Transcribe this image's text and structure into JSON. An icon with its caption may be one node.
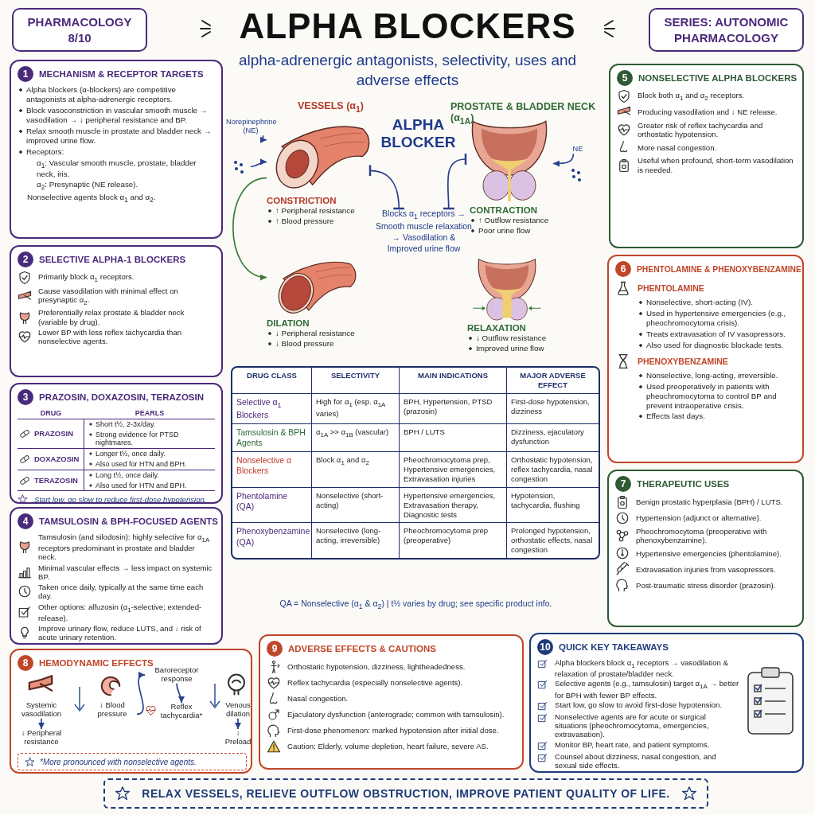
{
  "diagram": {
    "title": "ALPHA BLOCKERS",
    "nodes": [
      {
        "text": [
          "PHARMACOLOGY 8/10"
        ]
      },
      {
        "text": [
          "SERIES: AUTONOMIC PHARMACOLOGY"
        ]
      },
      {
        "text": [
          "1",
          "MECHANISM & RECEPTOR TARGETS",
          "Alpha blockers (α-blockers) are competitive antagonists at alpha-adrenergic receptors.",
          "Block vasoconstriction in vascular smooth muscle → vasodilation → ↓ peripheral resistance and BP.",
          "Relax smooth muscle in prostate and bladder neck → improved urine flow.",
          "Receptors:",
          "α$_{1}$: Vascular smooth muscle, prostate, bladder neck, iris.",
          "α$_{2}$: Presynaptic (NE release).",
          "Nonselective agents block α$_{1}$ and α$_{2}$."
        ]
      },
      {
        "text": [
          "2",
          "SELECTIVE ALPHA-1 BLOCKERS",
          "Primarily block α$_{1}$ receptors.",
          "Cause vasodilation with minimal effect on presynaptic α$_{2}$.",
          "Preferentially relax prostate & bladder neck (variable by drug).",
          "Lower BP with less reflex tachycardia than nonselective agents."
        ]
      },
      {
        "text": [
          "3",
          "PRAZOSIN, DOXAZOSIN, TERAZOSIN",
          "DRUG",
          "PEARLS",
          "PRAZOSIN",
          "Short t½, 2-3x/day.",
          "Strong evidence for PTSD nightmares.",
          "DOXAZOSIN",
          "Longer t½, once daily.",
          "Also used for HTN and BPH.",
          "TERAZOSIN",
          "Long t½, once daily.",
          "Also used for HTN and BPH.",
          "Start low, go slow to reduce first-dose hypotension."
        ]
      },
      {
        "text": [
          "4",
          "TAMSULOSIN & BPH-FOCUSED AGENTS",
          "Tamsulosin (and silodosin): highly selective for α$_{1A}$ receptors predominant in prostate and bladder neck.",
          "Minimal vascular effects → less impact on systemic BP.",
          "Taken once daily, typically at the same time each day.",
          "Other options: alfuzosin (α$_{1}$-selective; extended-release).",
          "Improve urinary flow, reduce LUTS, and ↓ risk of acute urinary retention."
        ]
      },
      {
        "text": [
          "8",
          "HEMODYNAMIC EFFECTS"
        ]
      },
      {
        "text": [
          "Systemic vasodilation"
        ],
        "in": 6
      },
      {
        "text": [
          "↓ Peripheral resistance"
        ],
        "in": 6
      },
      {
        "text": [
          "↓ Blood pressure"
        ],
        "in": 6
      },
      {
        "text": [
          "Baroreceptor response"
        ],
        "in": 6
      },
      {
        "text": [
          "Reflex tachycardia*"
        ],
        "in": 6
      },
      {
        "text": [
          "Venous dilation"
        ],
        "in": 6
      },
      {
        "text": [
          "↓ Preload"
        ],
        "in": 6
      },
      {
        "text": [
          "*More pronounced with nonselective agents."
        ],
        "in": 6
      },
      {
        "text": [
          "Norepinephrine (NE)"
        ]
      },
      {
        "text": [],
        "shape": "picture",
        "beside": [
          "VESSELS (α$_{1}$)",
          "CONSTRICTION",
          "↑ Peripheral resistance",
          "↑ Blood pressure"
        ]
      },
      {
        "text": [
          "ALPHA BLOCKER"
        ]
      },
      {
        "text": [
          "Blocks α$_{1}$ receptors → Smooth muscle relaxation → Vasodilation & Improved urine flow"
        ]
      },
      {
        "text": [],
        "shape": "picture",
        "beside": [
          "PROSTATE & BLADDER NECK (α$_{1A}$)",
          "CONTRACTION",
          "↑ Outflow resistance",
          "Poor urine flow"
        ]
      },
      {
        "text": [
          "NE"
        ]
      },
      {
        "text": [],
        "shape": "picture",
        "beside": [
          "DILATION",
          "↓ Peripheral resistance",
          "↓ Blood pressure"
        ]
      },
      {
        "text": [],
        "shape": "picture",
        "beside": [
          "RELAXATION",
          "↓ Outflow resistance",
          "Improved urine flow"
        ]
      },
      {
        "text": [
          "5",
          "NONSELECTIVE ALPHA BLOCKERS",
          "Block both α$_{1}$ and α$_{2}$ receptors.",
          "Producing vasodilation and ↓ NE release.",
          "Greater risk of reflex tachycardia and orthostatic hypotension.",
          "More nasal congestion.",
          "Useful when profound, short-term vasodilation is needed."
        ]
      },
      {
        "text": [
          "6",
          "PHENTOLAMINE & PHENOXYBENZAMINE",
          "PHENTOLAMINE",
          "Nonselective, short-acting (IV).",
          "Used in hypertensive emergencies (e.g., pheochromocytoma crisis).",
          "Treats extravasation of IV vasopressors.",
          "Also used for diagnostic blockade tests.",
          "PHENOXYBENZAMINE",
          "Nonselective, long-acting, irreversible.",
          "Used preoperatively in patients with pheochromocytoma to control BP and prevent intraoperative crisis.",
          "Effects last days."
        ]
      },
      {
        "text": [
          "7",
          "THERAPEUTIC USES",
          "Benign prostatic hyperplasia (BPH) / LUTS.",
          "Hypertension (adjunct or alternative).",
          "Pheochromocytoma (preoperative with phenoxybenzamine).",
          "Hypertensive emergencies (phentolamine).",
          "Extravasation injuries from vasopressors.",
          "Post-traumatic stress disorder (prazosin)."
        ]
      },
      {
        "text": [
          "9",
          "ADVERSE EFFECTS & CAUTIONS",
          "Orthostatic hypotension, dizziness, lightheadedness.",
          "Reflex tachycardia (especially nonselective agents).",
          "Nasal congestion.",
          "Ejaculatory dysfunction (anterograde; common with tamsulosin).",
          "First-dose phenomenon: marked hypotension after initial dose.",
          "Caution: Elderly, volume depletion, heart failure, severe AS."
        ]
      },
      {
        "text": [
          "10",
          "QUICK KEY TAKEAWAYS",
          "Alpha blockers block α$_{1}$ receptors → vasodilation & relaxation of prostate/bladder neck.",
          "Selective agents (e.g., tamsulosin) target α$_{1A}$ → better for BPH with fewer BP effects.",
          "Start low, go slow to avoid first-dose hypotension.",
          "Nonselective agents are for acute or surgical situations (pheochromocytoma, emergencies, extravasation).",
          "Monitor BP, heart rate, and patient symptoms.",
          "Counsel about dizziness, nasal congestion, and sexual side effects."
        ]
      },
      {
        "text": [
          "RELAX VESSELS, RELIEVE OUTFLOW OBSTRUCTION, IMPROVE PATIENT QUALITY OF LIFE."
        ]
      }
    ],
    "edges": [
      {
        "from": 7,
        "to": 8,
        "arrow": "to"
      },
      {
        "from": 9,
        "to": 10,
        "arrow": "to"
      },
      {
        "from": 10,
        "to": 11,
        "arrow": "to"
      },
      {
        "from": 12,
        "to": 13,
        "arrow": "to"
      },
      {
        "from": 15,
        "to": 16,
        "arrow": "to"
      },
      {
        "from": null,
        "to": 16,
        "arrow": "to"
      },
      {
        "from": 16,
        "to": 21,
        "arrow": "to",
        "color": "#3d7a3a"
      },
      {
        "from": 18,
        "to": 16,
        "arrow": "other"
      },
      {
        "from": 18,
        "to": 19,
        "arrow": "other"
      },
      {
        "from": 20,
        "to": 19,
        "arrow": "to"
      }
    ],
    "labels": [
      "alpha-adrenergic antagonists, selectivity, uses and adverse effects",
      "DRUG CLASS",
      "SELECTIVITY",
      "MAIN INDICATIONS",
      "MAJOR ADVERSE EFFECT",
      "Selective α$_{1}$ Blockers",
      "High for α$_{1}$ (esp. α$_{1A}$ varies)",
      "BPH, Hypertension, PTSD (prazosin)",
      "First-dose hypotension, dizziness",
      "Tamsulosin & BPH Agents",
      "α$_{1A}$ >> α$_{1B}$ (vascular)",
      "BPH / LUTS",
      "Dizziness, ejaculatory dysfunction",
      "Nonselective α Blockers",
      "Block α$_{1}$ and α$_{2}$",
      "Pheochromocytoma prep, Hypertensive emergencies, Extravasation injuries",
      "Orthostatic hypotension, reflex tachycardia, nasal congestion",
      "Phentolamine (QA)",
      "Nonselective (short-acting)",
      "Hypertensive emergencies, Extravasation therapy, Diagnostic tests",
      "Hypotension, tachycardia, flushing",
      "Phenoxybenzamine (QA)",
      "Nonselective (long-acting, irreversible)",
      "Pheochromocytoma prep (preoperative)",
      "Prolonged hypotension, orthostatic effects, nasal congestion",
      "QA = Nonselective (α$_{1}$ & α$_{2}$) | t½ varies by drug; see specific product info."
    ]
  }
}
